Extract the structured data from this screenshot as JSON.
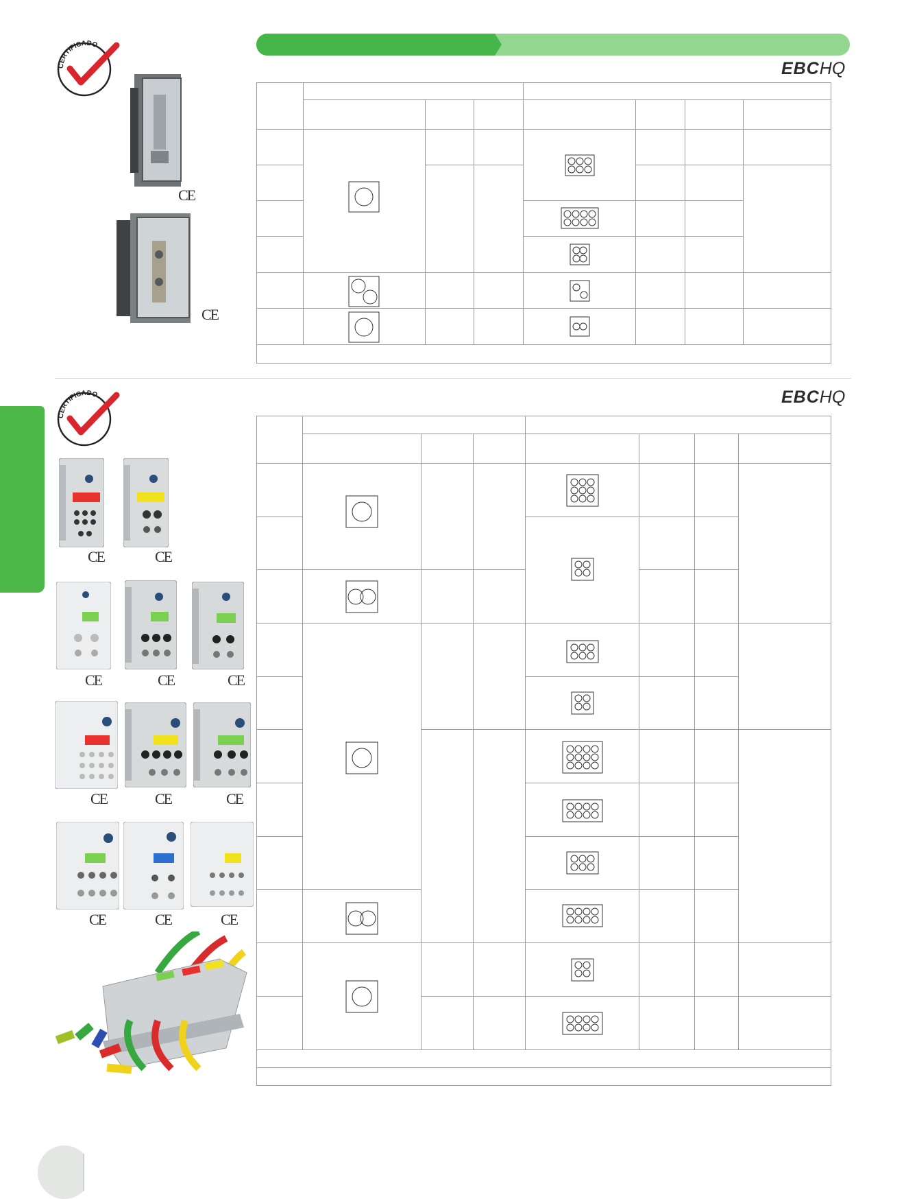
{
  "header": {
    "brand": "EBC",
    "brand_suffix": "HQ",
    "colors": {
      "accent_dark": "#45b649",
      "accent_light": "#92d68f",
      "side_tab": "#4bb848"
    }
  },
  "badges": {
    "certified_text": "CERTIFICADO",
    "ce_mark": "CE"
  },
  "section1": {
    "brand": "EBC",
    "brand_suffix": "HQ",
    "rows": [
      {
        "main_icon": "single-circle",
        "out_icon": "holes-3x2"
      },
      {
        "main_icon": "single-circle",
        "out_icon": "holes-4x2"
      },
      {
        "main_icon": "single-circle",
        "out_icon": "holes-2x2"
      },
      {
        "main_icon": "two-circles-offset",
        "out_icon": "holes-2-offset"
      },
      {
        "main_icon": "single-circle",
        "out_icon": "holes-2x1"
      }
    ]
  },
  "section2": {
    "brand": "EBC",
    "brand_suffix": "HQ",
    "product_groups": [
      "red/yellow 3-row blocks",
      "green label blocks",
      "multi-pole red/yellow/green blocks",
      "green/blue/yellow blocks",
      "assembled blocks on DIN rail with colored labels"
    ],
    "label_colors": [
      "#e8312c",
      "#f2e21b",
      "#5fc143",
      "#2c6fd1"
    ]
  }
}
